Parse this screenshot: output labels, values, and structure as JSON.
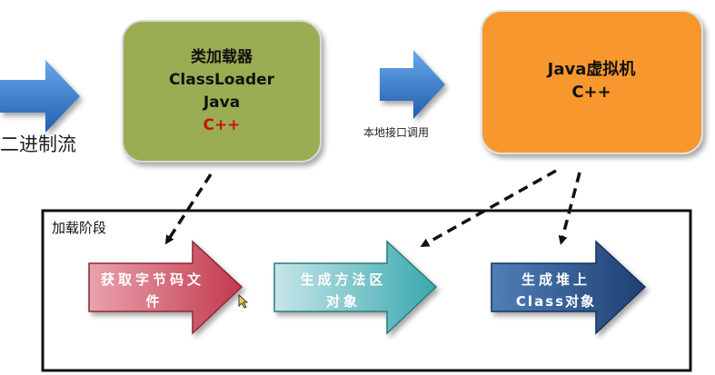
{
  "input_label": "二进制流",
  "classloader_box": {
    "line1": "类加载器",
    "line2": "ClassLoader",
    "line3": "Java",
    "line4": "C++",
    "fill": "#9aad52",
    "accent_text": "#cc1111"
  },
  "native_call_label": "本地接口调用",
  "jvm_box": {
    "line1": "Java虚拟机",
    "line2": "C++",
    "fill": "#f7972f"
  },
  "loading_stage": {
    "title": "加载阶段",
    "steps": [
      {
        "line1": "获取字节码文",
        "line2": "件",
        "fill_start": "#e9a2ad",
        "fill_end": "#c23a4d"
      },
      {
        "line1": "生成方法区",
        "line2": "对象",
        "fill_start": "#c6e6ea",
        "fill_end": "#3aa8ad"
      },
      {
        "line1": "生成堆上",
        "line2": "Class对象",
        "fill_start": "#4f7fb8",
        "fill_end": "#1f3f72"
      }
    ]
  },
  "colors": {
    "blue_arrow": "#2e74c8",
    "dashed_arrow": "#111111"
  }
}
